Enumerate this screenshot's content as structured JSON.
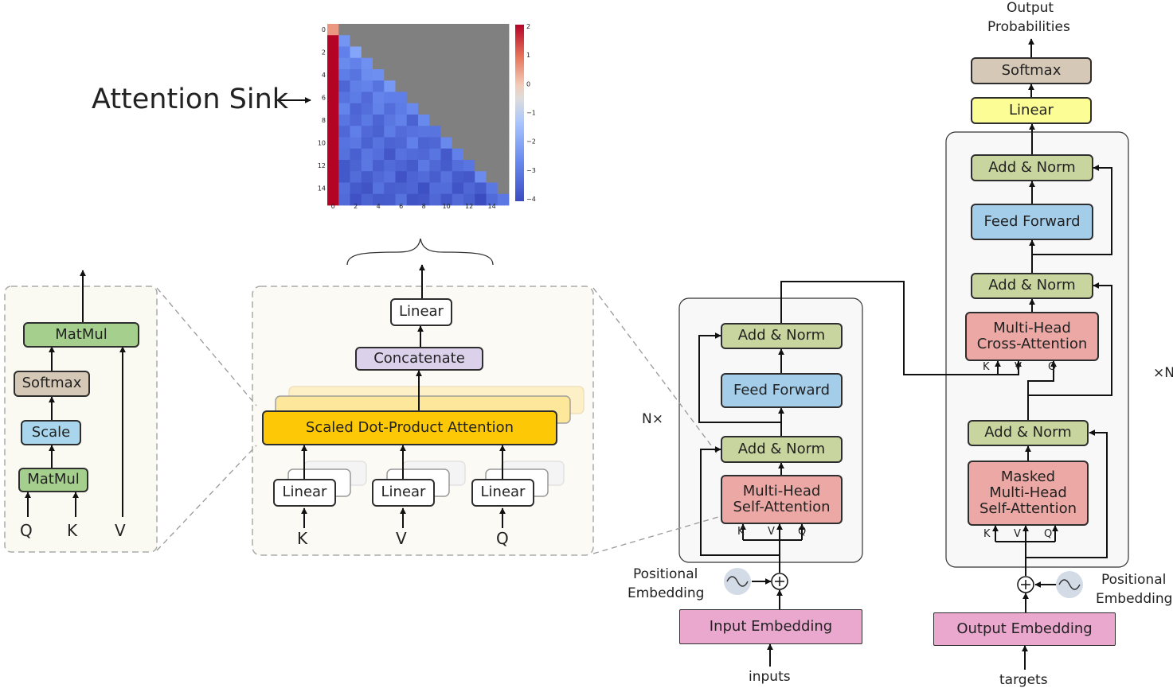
{
  "title": "Attention Sink",
  "scaled_attention": {
    "blocks": [
      "MatMul",
      "Softmax",
      "Scale",
      "MatMul"
    ],
    "inputs": [
      "Q",
      "K",
      "V"
    ]
  },
  "multi_head": {
    "output": "Linear",
    "concat": "Concatenate",
    "sdpa": "Scaled Dot-Product Attention",
    "projections": [
      "Linear",
      "Linear",
      "Linear"
    ],
    "inputs": [
      "K",
      "V",
      "Q"
    ]
  },
  "encoder": {
    "repeat": "N×",
    "add_norm_top": "Add & Norm",
    "feed_forward": "Feed Forward",
    "add_norm_bottom": "Add & Norm",
    "attention": [
      "Multi-Head",
      "Self-Attention"
    ],
    "kvq": [
      "K",
      "V",
      "Q"
    ],
    "pos_embedding": [
      "Positional",
      "Embedding"
    ],
    "embedding": "Input Embedding",
    "input": "inputs"
  },
  "decoder": {
    "repeat": "×N",
    "output_label": [
      "Output",
      "Probabilities"
    ],
    "softmax": "Softmax",
    "linear": "Linear",
    "add_norm_3": "Add & Norm",
    "feed_forward": "Feed Forward",
    "add_norm_2": "Add & Norm",
    "cross_attention": [
      "Multi-Head",
      "Cross-Attention"
    ],
    "cross_kvq": [
      "K",
      "V",
      "Q"
    ],
    "add_norm_1": "Add & Norm",
    "masked_attention": [
      "Masked",
      "Multi-Head",
      "Self-Attention"
    ],
    "self_kvq": [
      "K",
      "V",
      "Q"
    ],
    "pos_embedding": [
      "Positional",
      "Embedding"
    ],
    "embedding": "Output Embedding",
    "input": "targets"
  },
  "heatmap": {
    "size": 16,
    "x_ticks": [
      "0",
      "2",
      "4",
      "6",
      "8",
      "10",
      "12",
      "14"
    ],
    "y_ticks": [
      "0",
      "2",
      "4",
      "6",
      "8",
      "10",
      "12",
      "14"
    ],
    "colorbar_ticks": [
      "2",
      "1",
      "0",
      "−1",
      "−2",
      "−3",
      "−4"
    ],
    "value_range": [
      -4,
      2
    ],
    "first_cell_value": 0.8,
    "sink_column_value": 2,
    "masked_color": "#808080"
  }
}
